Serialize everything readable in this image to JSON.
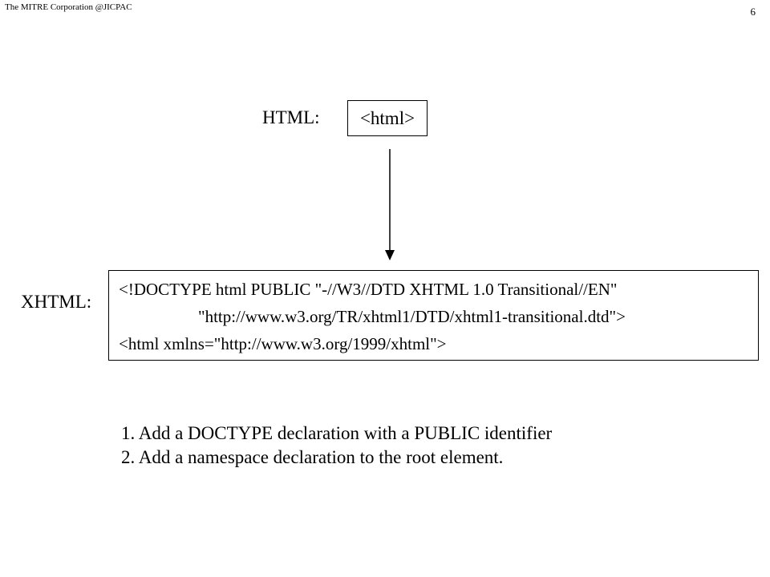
{
  "header": {
    "left_text": "The MITRE Corporation @JICPAC",
    "page_number": "6"
  },
  "html_section": {
    "label": "HTML:",
    "box_text": "<html>"
  },
  "xhtml_section": {
    "label": "XHTML:",
    "code_lines": [
      "<!DOCTYPE html PUBLIC \"-//W3//DTD XHTML 1.0 Transitional//EN\"",
      "\"http://www.w3.org/TR/xhtml1/DTD/xhtml1-transitional.dtd\">",
      "<html xmlns=\"http://www.w3.org/1999/xhtml\">"
    ]
  },
  "notes": [
    "1. Add a DOCTYPE declaration with a PUBLIC identifier",
    "2. Add a namespace declaration to the root element."
  ]
}
